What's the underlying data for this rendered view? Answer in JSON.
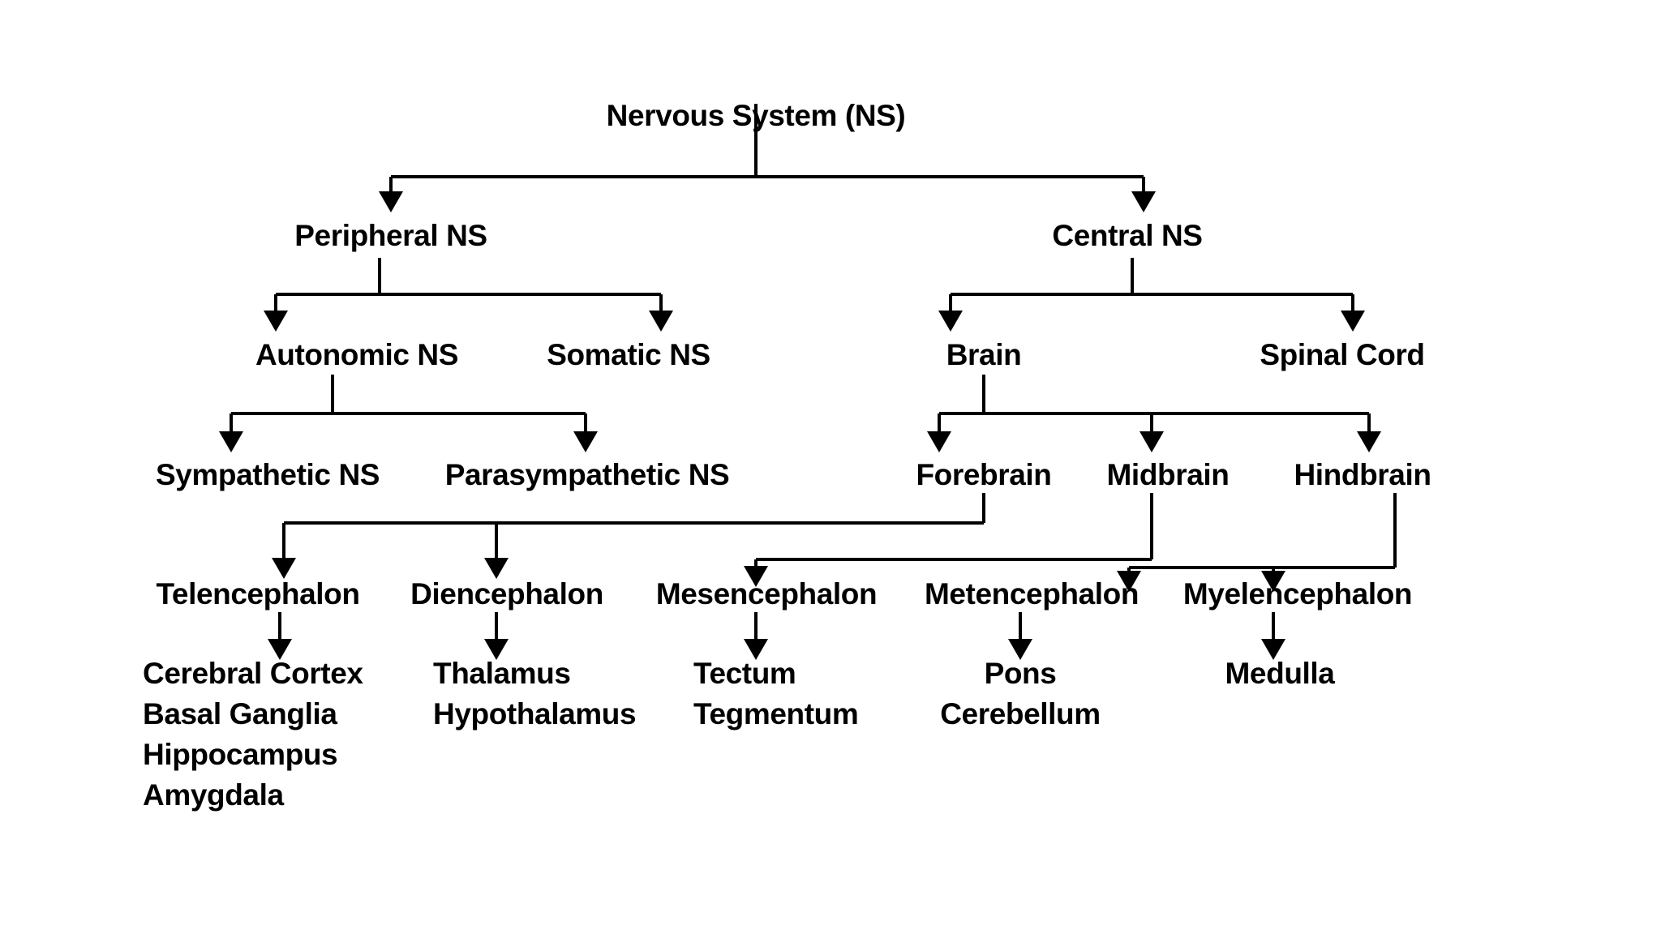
{
  "diagram": {
    "title": "Nervous System (NS) hierarchy",
    "background_color": "#ffffff",
    "line_color": "#000000",
    "text_color": "#000000",
    "levels": [
      {
        "level": 0,
        "nodes": [
          {
            "id": "ns",
            "label": "Nervous System (NS)"
          }
        ]
      },
      {
        "level": 1,
        "nodes": [
          {
            "id": "pns",
            "label": "Peripheral NS"
          },
          {
            "id": "cns",
            "label": "Central NS"
          }
        ]
      },
      {
        "level": 2,
        "nodes": [
          {
            "id": "ans",
            "label": "Autonomic NS"
          },
          {
            "id": "sns",
            "label": "Somatic NS"
          },
          {
            "id": "brain",
            "label": "Brain"
          },
          {
            "id": "cord",
            "label": "Spinal Cord"
          }
        ]
      },
      {
        "level": 3,
        "nodes": [
          {
            "id": "symp",
            "label": "Sympathetic NS"
          },
          {
            "id": "parasymp",
            "label": "Parasympathetic NS"
          },
          {
            "id": "fore",
            "label": "Forebrain"
          },
          {
            "id": "mid",
            "label": "Midbrain"
          },
          {
            "id": "hind",
            "label": "Hindbrain"
          }
        ]
      },
      {
        "level": 4,
        "nodes": [
          {
            "id": "telen",
            "label": "Telencephalon"
          },
          {
            "id": "dien",
            "label": "Diencephalon"
          },
          {
            "id": "mesen",
            "label": "Mesencephalon"
          },
          {
            "id": "meten",
            "label": "Metencephalon"
          },
          {
            "id": "myelen",
            "label": "Myelencephalon"
          }
        ]
      },
      {
        "level": 5,
        "nodes": [
          {
            "id": "telen-structures",
            "label": "Cerebral Cortex"
          },
          {
            "id": "telen-structures-2",
            "label": "Basal Ganglia"
          },
          {
            "id": "telen-structures-3",
            "label": "Hippocampus"
          },
          {
            "id": "telen-structures-4",
            "label": "Amygdala"
          },
          {
            "id": "dien-structures",
            "label": "Thalamus"
          },
          {
            "id": "dien-structures-2",
            "label": "Hypothalamus"
          },
          {
            "id": "mesen-structures",
            "label": "Tectum"
          },
          {
            "id": "mesen-structures-2",
            "label": "Tegmentum"
          },
          {
            "id": "meten-structures",
            "label": "Pons"
          },
          {
            "id": "meten-structures-2",
            "label": "Cerebellum"
          },
          {
            "id": "myelen-structures",
            "label": "Medulla"
          }
        ]
      }
    ],
    "labels": {
      "nervous_system": "Nervous System (NS)",
      "peripheral_ns": "Peripheral NS",
      "central_ns": "Central NS",
      "autonomic_ns": "Autonomic NS",
      "somatic_ns": "Somatic NS",
      "brain": "Brain",
      "spinal_cord": "Spinal Cord",
      "sympathetic_ns": "Sympathetic NS",
      "parasympathetic_ns": "Parasympathetic NS",
      "forebrain": "Forebrain",
      "midbrain": "Midbrain",
      "hindbrain": "Hindbrain",
      "telencephalon": "Telencephalon",
      "diencephalon": "Diencephalon",
      "mesencephalon": "Mesencephalon",
      "metencephalon": "Metencephalon",
      "myelencephalon": "Myelencephalon",
      "cerebral_cortex": "Cerebral Cortex",
      "basal_ganglia": "Basal Ganglia",
      "hippocampus": "Hippocampus",
      "amygdala": "Amygdala",
      "thalamus": "Thalamus",
      "hypothalamus": "Hypothalamus",
      "tectum": "Tectum",
      "tegmentum": "Tegmentum",
      "pons": "Pons",
      "cerebellum": "Cerebellum",
      "medulla": "Medulla"
    },
    "edges": [
      {
        "from": "ns",
        "to": "pns"
      },
      {
        "from": "ns",
        "to": "cns"
      },
      {
        "from": "pns",
        "to": "ans"
      },
      {
        "from": "pns",
        "to": "sns"
      },
      {
        "from": "cns",
        "to": "brain"
      },
      {
        "from": "cns",
        "to": "cord"
      },
      {
        "from": "ans",
        "to": "symp"
      },
      {
        "from": "ans",
        "to": "parasymp"
      },
      {
        "from": "brain",
        "to": "fore"
      },
      {
        "from": "brain",
        "to": "mid"
      },
      {
        "from": "brain",
        "to": "hind"
      },
      {
        "from": "fore",
        "to": "telen"
      },
      {
        "from": "fore",
        "to": "dien"
      },
      {
        "from": "mid",
        "to": "mesen"
      },
      {
        "from": "hind",
        "to": "meten"
      },
      {
        "from": "hind",
        "to": "myelen"
      },
      {
        "from": "telen",
        "to": "telen-structures"
      },
      {
        "from": "dien",
        "to": "dien-structures"
      },
      {
        "from": "mesen",
        "to": "mesen-structures"
      },
      {
        "from": "meten",
        "to": "meten-structures"
      },
      {
        "from": "myelen",
        "to": "myelen-structures"
      }
    ]
  }
}
